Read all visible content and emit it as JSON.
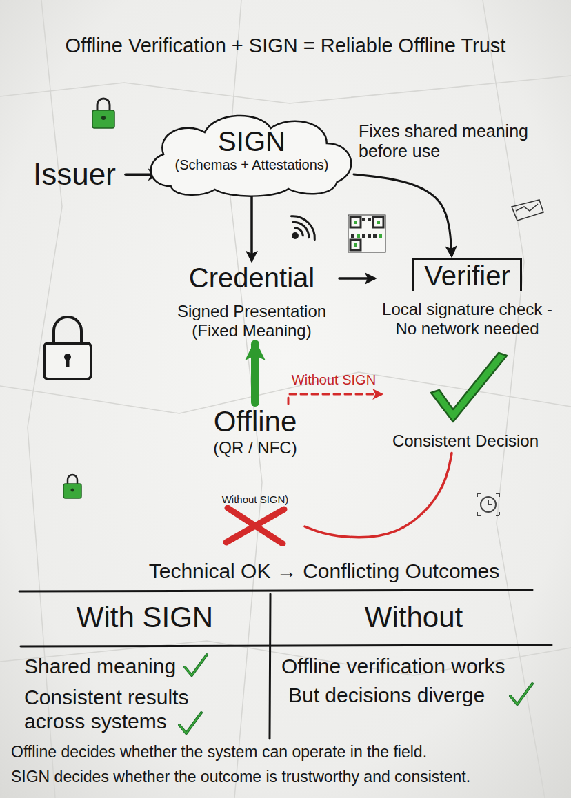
{
  "diagram": {
    "title": "Offline Verification + SIGN = Reliable Offline Trust",
    "nodes": [
      {
        "text": [
          "Issuer"
        ]
      },
      {
        "text": [
          "SIGN",
          "(Schemas + Attestations)"
        ]
      },
      {
        "text": [
          "Credential",
          "Signed Presentation (Fixed Meaning)"
        ]
      },
      {
        "text": [
          "Verifier",
          "Local signature check - No network needed"
        ]
      },
      {
        "text": [
          "Offline",
          "(QR / NFC)"
        ]
      },
      {
        "text": [
          "Consistent Decision"
        ]
      },
      {
        "text": [
          "Without SIGN)"
        ]
      }
    ],
    "edges": [
      {
        "from": 0,
        "to": 1,
        "arrow": "to"
      },
      {
        "from": 1,
        "to": 2,
        "arrow": "to"
      },
      {
        "from": 1,
        "to": 3,
        "arrow": "to",
        "label": "Fixes shared meaning before use"
      },
      {
        "from": 2,
        "to": 3,
        "arrow": "to"
      },
      {
        "from": 4,
        "to": 2,
        "arrow": "to"
      },
      {
        "from": 4,
        "to": 5,
        "arrow": "to",
        "label": "Without SIGN"
      },
      {
        "from": 5,
        "to": 6,
        "arrow": "none"
      }
    ],
    "labels": [
      "Technical OK → Conflicting Outcomes",
      "With SIGN",
      "Without",
      "Shared meaning",
      "Consistent results across systems",
      "Offline verification works",
      "But decisions diverge",
      "Offline decides whether the system can operate in the field.",
      "SIGN decides whether the outcome is trustworthy and consistent."
    ]
  }
}
